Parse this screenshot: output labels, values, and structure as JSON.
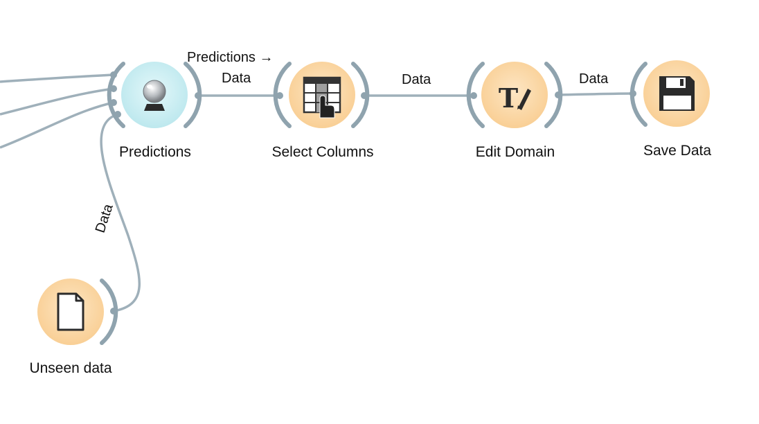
{
  "widgets": {
    "predictions": {
      "label": "Predictions",
      "icon": "crystal-ball-icon"
    },
    "select_columns": {
      "label": "Select Columns",
      "icon": "table-select-icon"
    },
    "edit_domain": {
      "label": "Edit Domain",
      "icon": "text-edit-icon"
    },
    "save_data": {
      "label": "Save Data",
      "icon": "floppy-disk-icon"
    },
    "unseen_data": {
      "label": "Unseen data",
      "icon": "file-icon"
    }
  },
  "links": {
    "predictions_to_select": {
      "line1": "Predictions →",
      "line2": "Data"
    },
    "select_to_edit": "Data",
    "edit_to_save": "Data",
    "unseen_to_predictions": "Data"
  },
  "colors": {
    "orange_node": "#fbd7a6",
    "blue_node": "#c9eef2",
    "connector": "#8fa3ae"
  }
}
